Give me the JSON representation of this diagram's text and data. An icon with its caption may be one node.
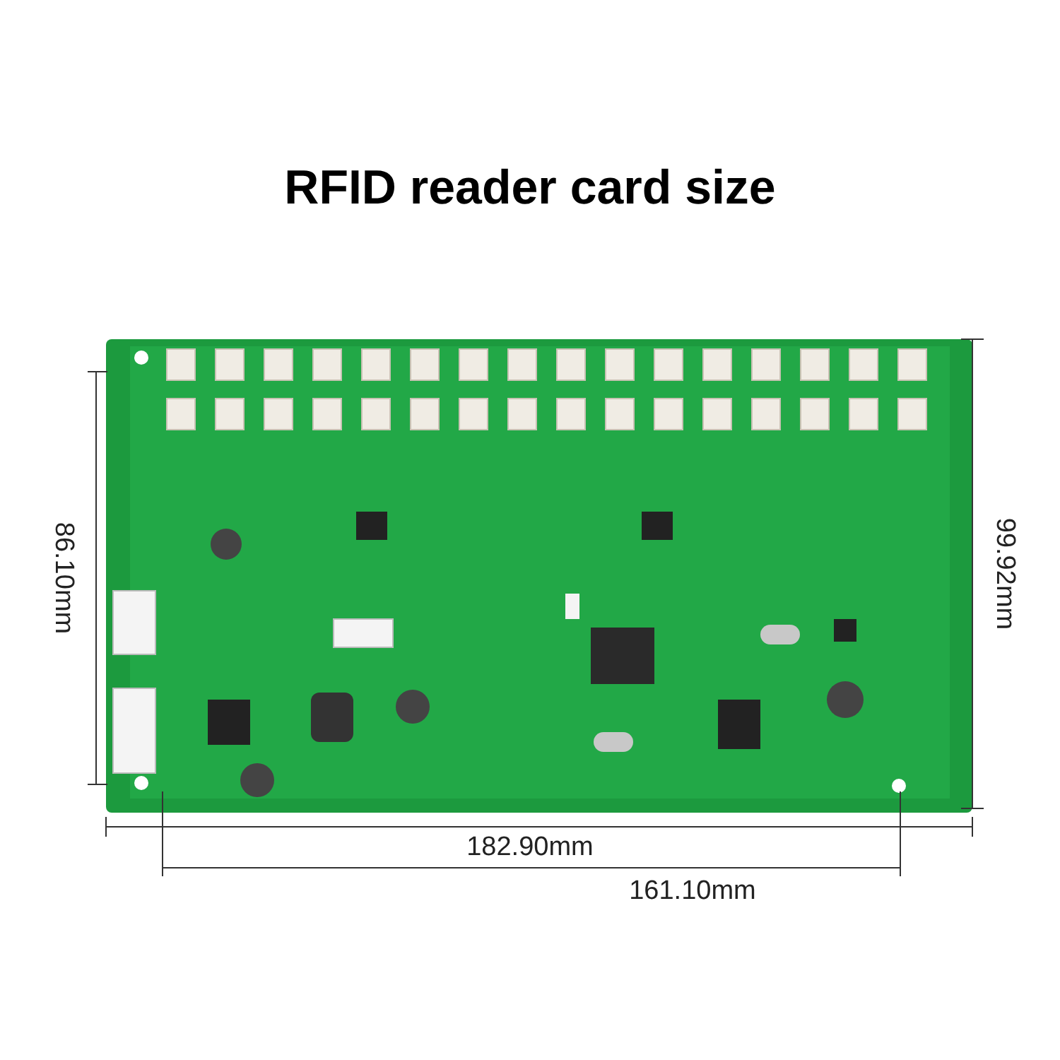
{
  "diagram": {
    "title": "RFID reader card size",
    "labels": [
      "86.10mm",
      "99.92mm",
      "182.90mm",
      "161.10mm"
    ]
  }
}
